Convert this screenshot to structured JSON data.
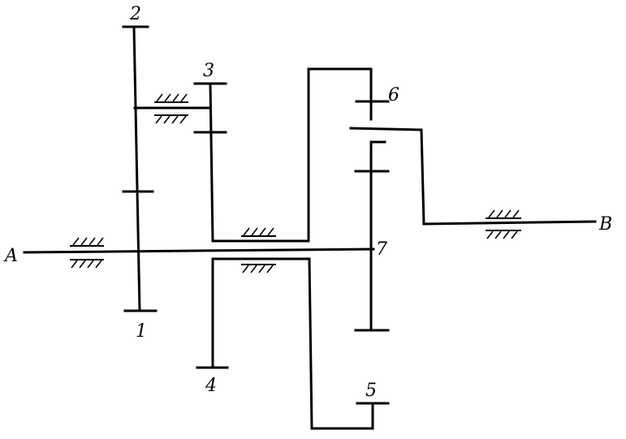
{
  "labels": {
    "input_shaft": "A",
    "output_shaft": "B",
    "gear_1": "1",
    "gear_2": "2",
    "gear_3": "3",
    "gear_4": "4",
    "gear_5": "5",
    "gear_6": "6",
    "gear_7": "7"
  }
}
